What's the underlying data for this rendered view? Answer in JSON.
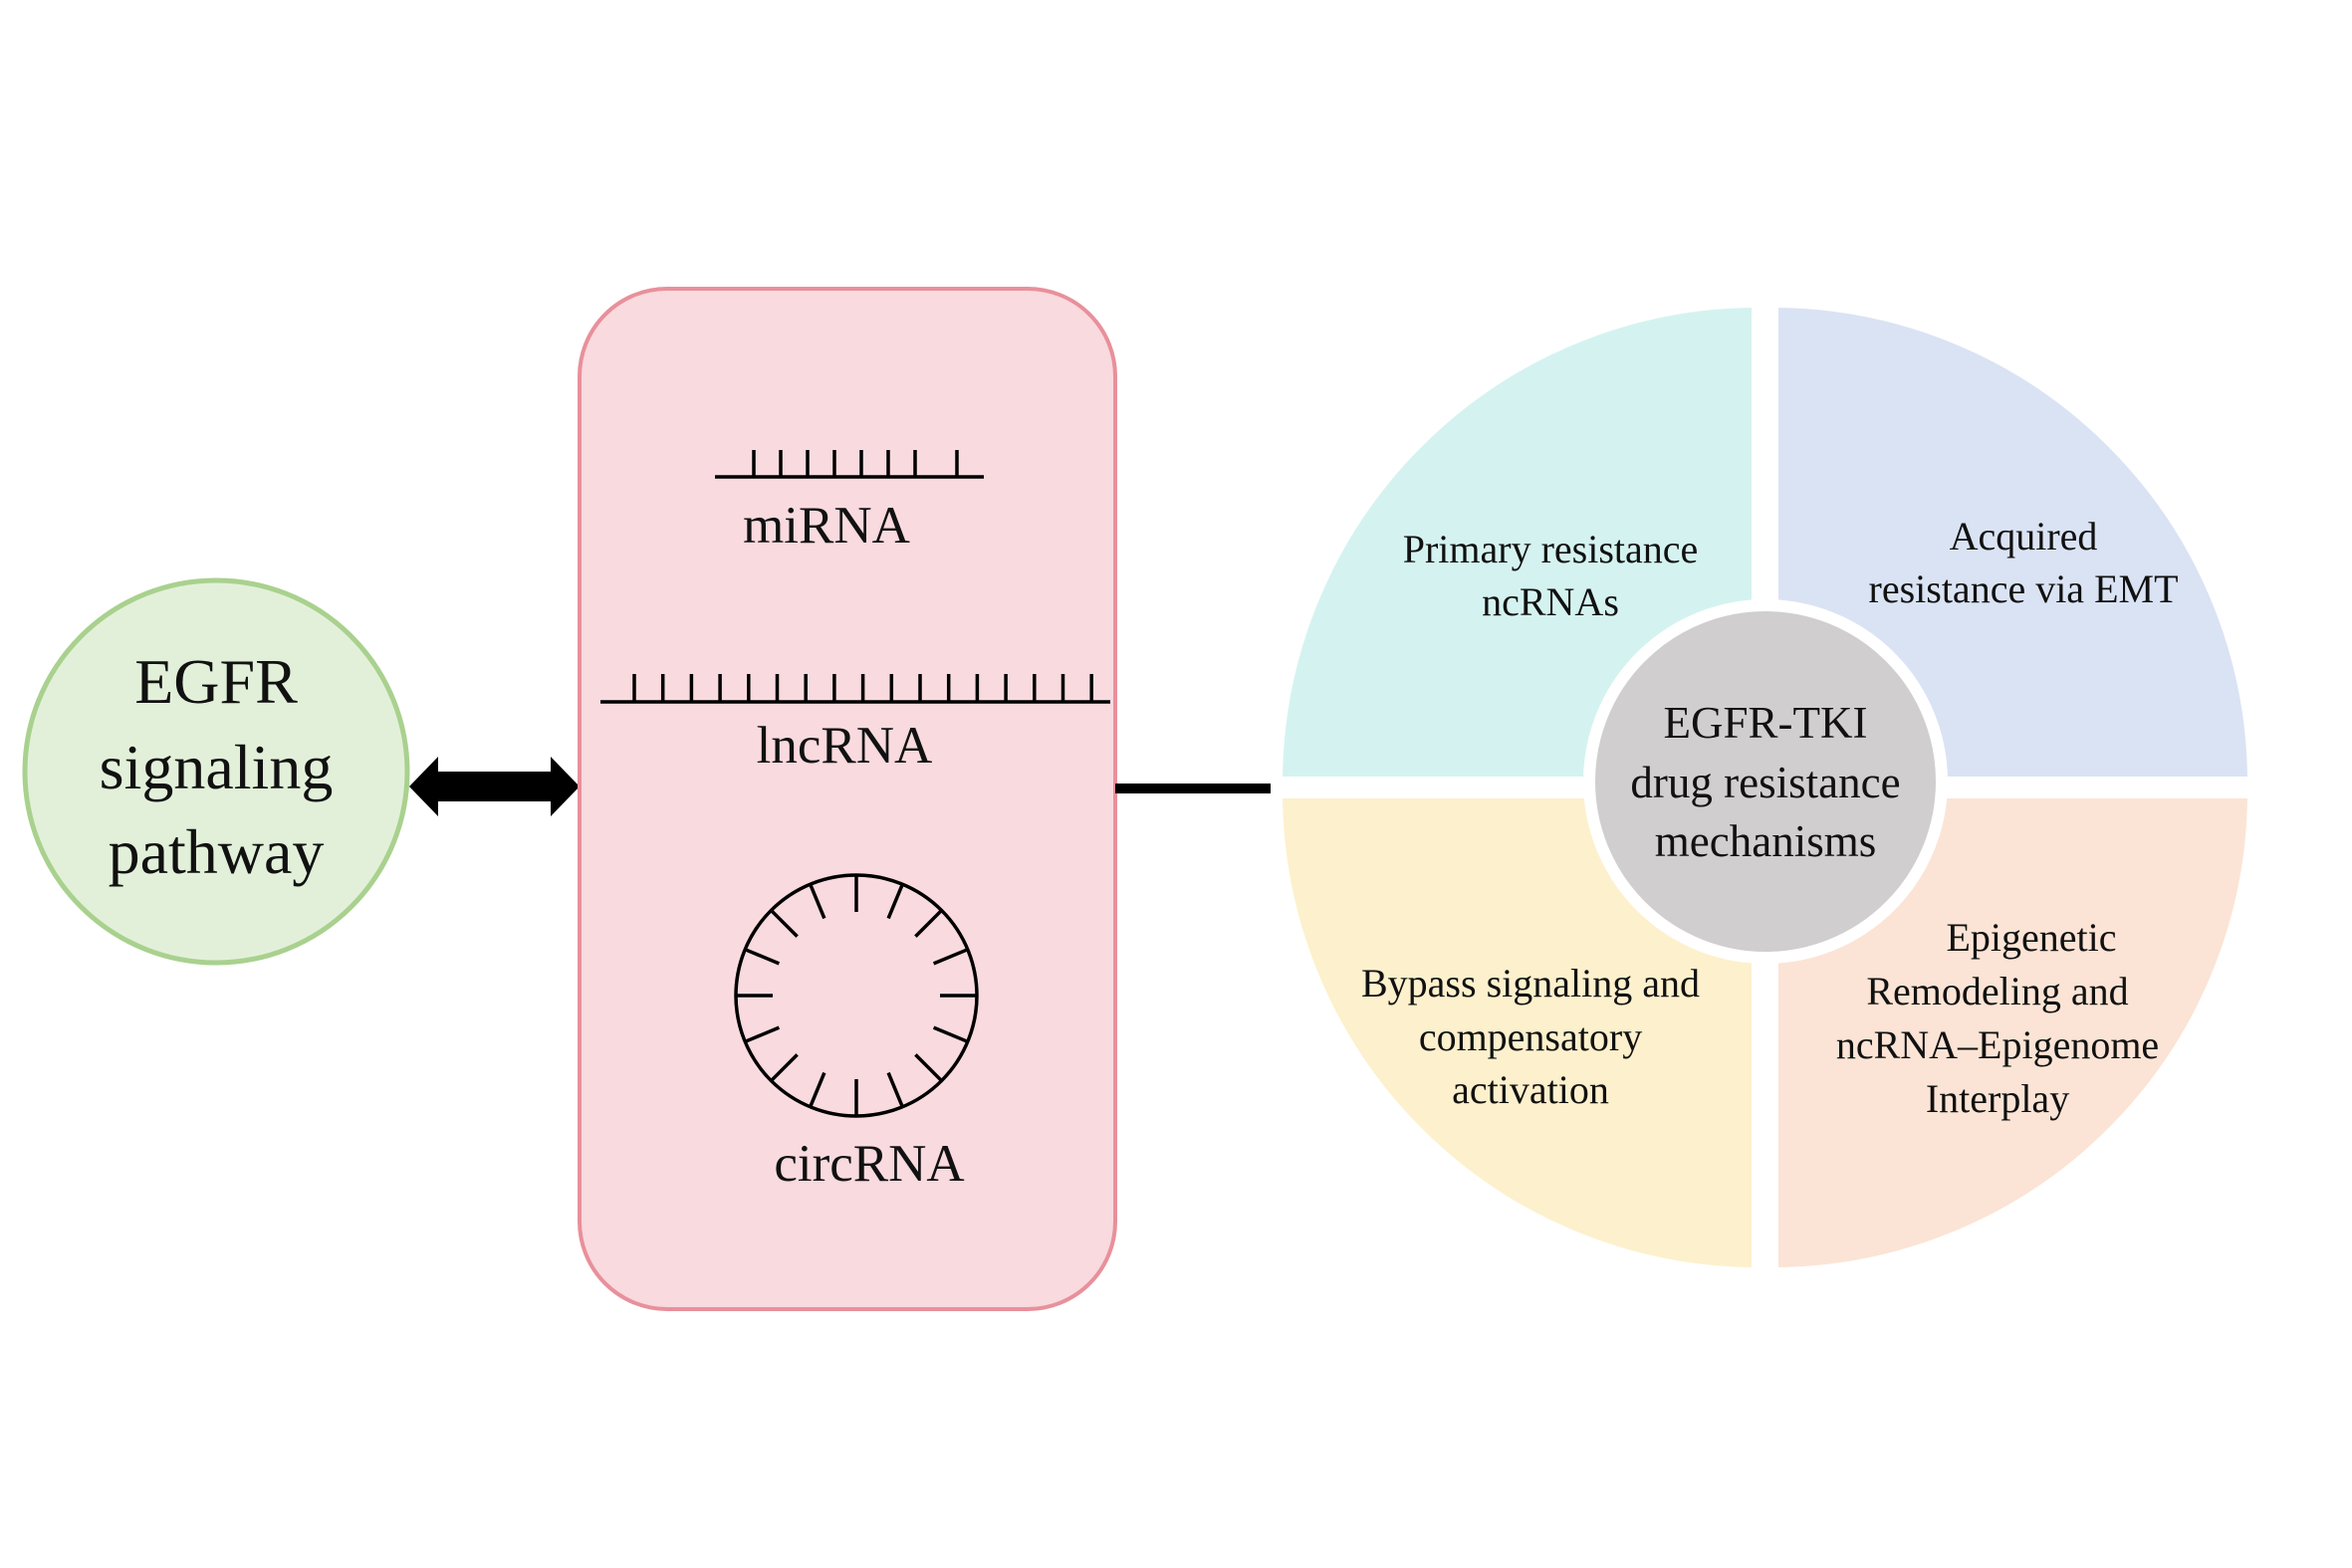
{
  "egfr_node": {
    "lines": [
      "EGFR",
      "signaling",
      "pathway"
    ],
    "fill": "#e2f0d9",
    "stroke": "#a9d18e"
  },
  "ncrna_panel": {
    "fill": "#f8dadf",
    "stroke": "#e8909b",
    "mirna_label": "miRNA",
    "lncrna_label": "lncRNA",
    "circrna_label": "circRNA"
  },
  "mechanisms": {
    "center_lines": [
      "EGFR-TKI",
      "drug resistance",
      "mechanisms"
    ],
    "center_fill": "#d0cece",
    "quadrants": [
      {
        "lines": [
          "Primary resistance",
          "ncRNAs"
        ],
        "fill": "#d4f3f0"
      },
      {
        "lines": [
          "Acquired",
          "resistance via EMT"
        ],
        "fill": "#dae3f4"
      },
      {
        "lines": [
          "Bypass signaling and",
          "compensatory",
          "activation"
        ],
        "fill": "#fdf0cc"
      },
      {
        "lines": [
          "Epigenetic",
          "Remodeling and",
          "ncRNA–Epigenome",
          "Interplay"
        ],
        "fill": "#fbe4d5"
      }
    ]
  },
  "arrows": {
    "bidirectional": "egfr-to-ncrna",
    "forward": "ncrna-to-mechanisms"
  }
}
